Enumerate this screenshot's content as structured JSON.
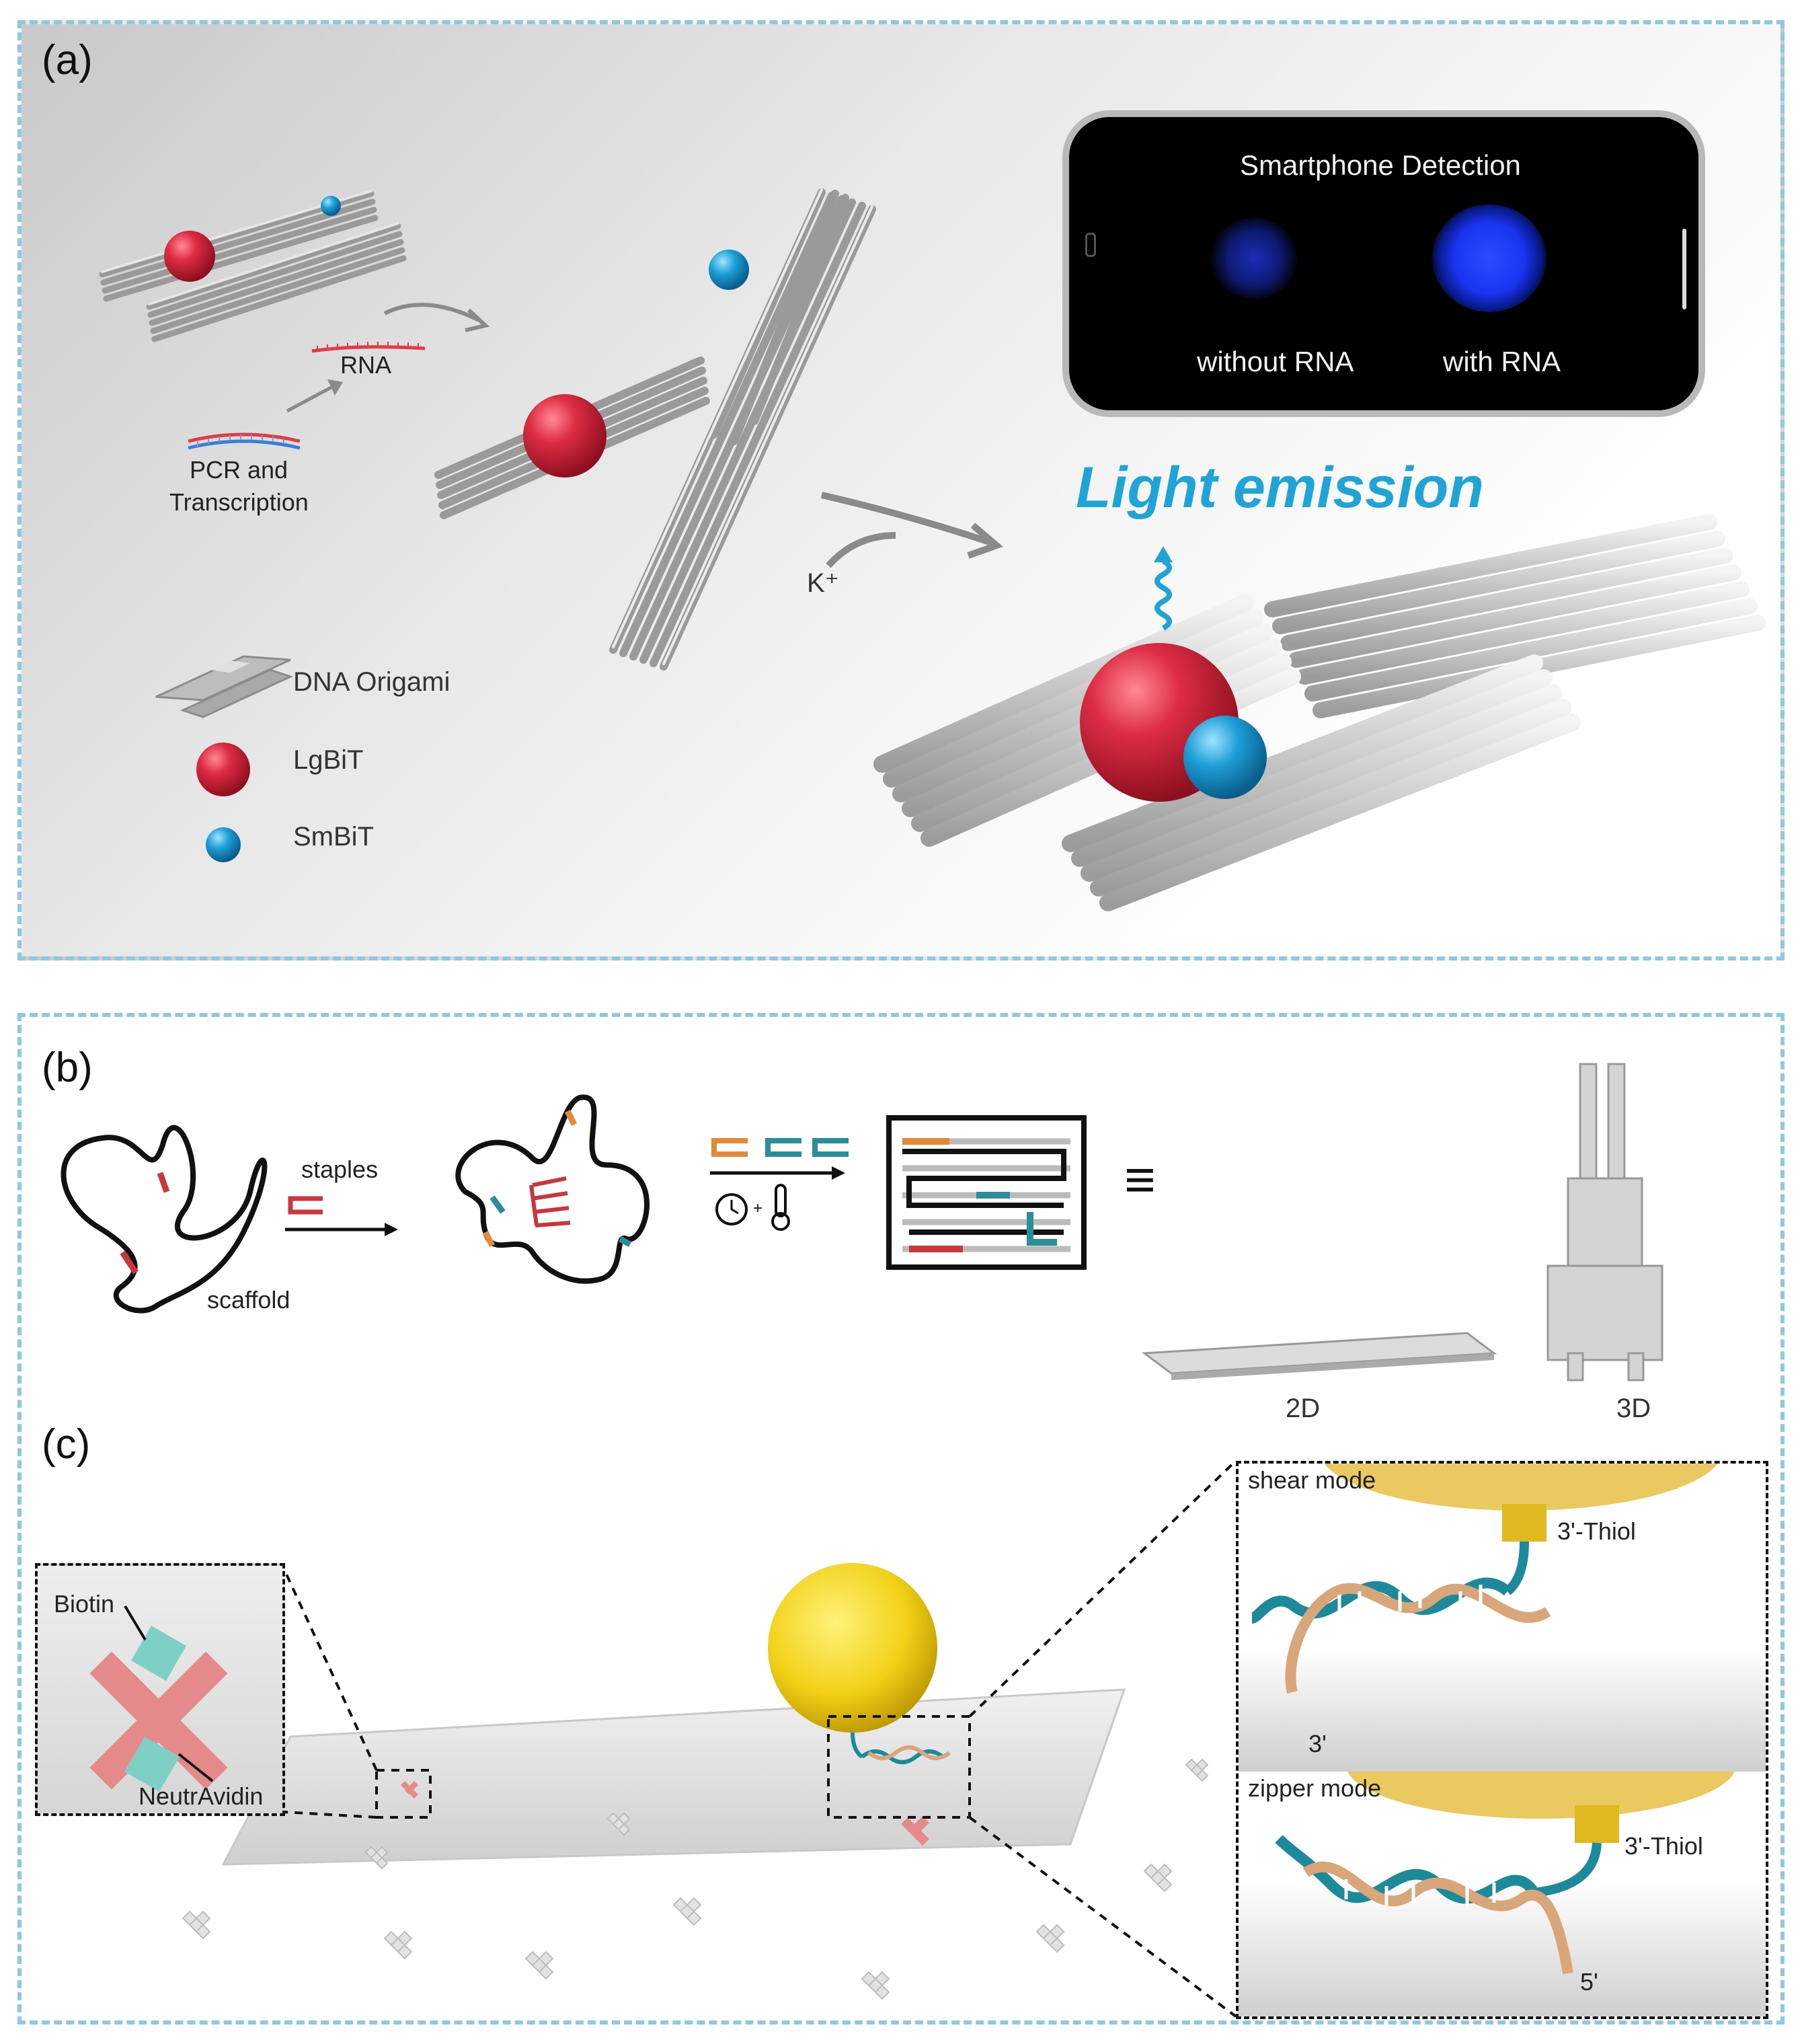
{
  "panel_a": {
    "letter": "(a)",
    "pcr_line1": "PCR and",
    "pcr_line2": "Transcription",
    "rna": "RNA",
    "kplus": "K⁺",
    "legend": {
      "origami": "DNA Origami",
      "lgbit": "LgBiT",
      "smbit": "SmBiT"
    },
    "phone": {
      "title": "Smartphone Detection",
      "without": "without RNA",
      "with": "with RNA"
    },
    "light_emission": "Light emission",
    "colors": {
      "lgbit": "#d7243c",
      "smbit": "#1b9ed6",
      "emission": "#1fa4d8",
      "glow": "#1a3cff"
    }
  },
  "panel_b": {
    "letter": "(b)",
    "staples": "staples",
    "scaffold": "scaffold",
    "equiv": "≡",
    "label_2d": "2D",
    "label_3d": "3D",
    "colors": {
      "staple_red": "#c9363c",
      "staple_orange": "#e08a3a",
      "staple_teal": "#2a8d99"
    }
  },
  "panel_c": {
    "letter": "(c)",
    "biotin": "Biotin",
    "neutravidin": "NeutrAvidin",
    "shear_mode": "shear mode",
    "zipper_mode": "zipper mode",
    "thiol_shear": "3'-Thiol",
    "thiol_zipper": "3'-Thiol",
    "end_shear": "3'",
    "end_zipper": "5'",
    "colors": {
      "bead": "#f2d117",
      "dna_teal": "#1c8a9a",
      "dna_tan": "#d9a67a",
      "neutravidin": "#e58a8a",
      "biotin": "#7fd0c4"
    }
  }
}
